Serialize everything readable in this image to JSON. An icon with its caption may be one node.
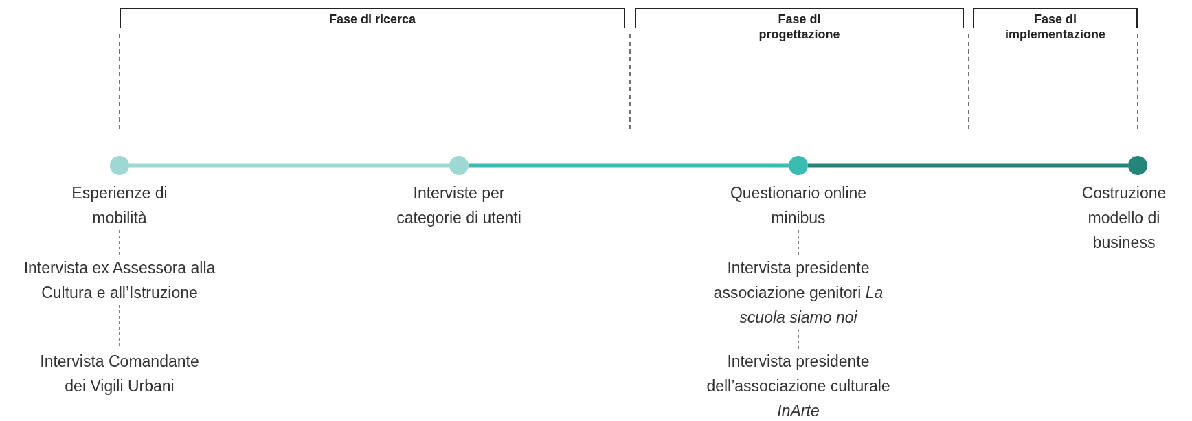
{
  "diagram": {
    "nodes": [
      {
        "text": [
          "Fase di ricerca"
        ]
      },
      {
        "text": [
          "Fase di progettazione"
        ]
      },
      {
        "text": [
          "Fase di implementazione"
        ]
      },
      {
        "text": [
          "Esperienze di mobilità"
        ]
      },
      {
        "text": [
          "Intervista ex Assessora alla Cultura e all’Istruzione"
        ]
      },
      {
        "text": [
          "Intervista Comandante dei Vigili Urbani"
        ]
      },
      {
        "text": [
          "Interviste per categorie di utenti"
        ]
      },
      {
        "text": [
          "Questionario online minibus"
        ]
      },
      {
        "text": [
          "Intervista presidente associazione genitori *La scuola siamo noi*"
        ]
      },
      {
        "text": [
          "Intervista presidente dell’associazione culturale *InArte*"
        ]
      },
      {
        "text": [
          "Costruzione modello di business"
        ]
      }
    ],
    "edges": [
      {
        "from": 3,
        "to": 6,
        "arrow": "none",
        "style": "thick",
        "color": "#9dd9d2"
      },
      {
        "from": 6,
        "to": 7,
        "arrow": "none",
        "style": "thick",
        "color": "#38bdb0"
      },
      {
        "from": 7,
        "to": 10,
        "arrow": "none",
        "style": "thick",
        "color": "#24857a"
      },
      {
        "from": 3,
        "to": 4,
        "arrow": "none",
        "style": "dashed"
      },
      {
        "from": 4,
        "to": 5,
        "arrow": "none",
        "style": "dashed"
      },
      {
        "from": 7,
        "to": 8,
        "arrow": "none",
        "style": "dashed"
      },
      {
        "from": 8,
        "to": 9,
        "arrow": "none",
        "style": "dashed"
      }
    ]
  }
}
